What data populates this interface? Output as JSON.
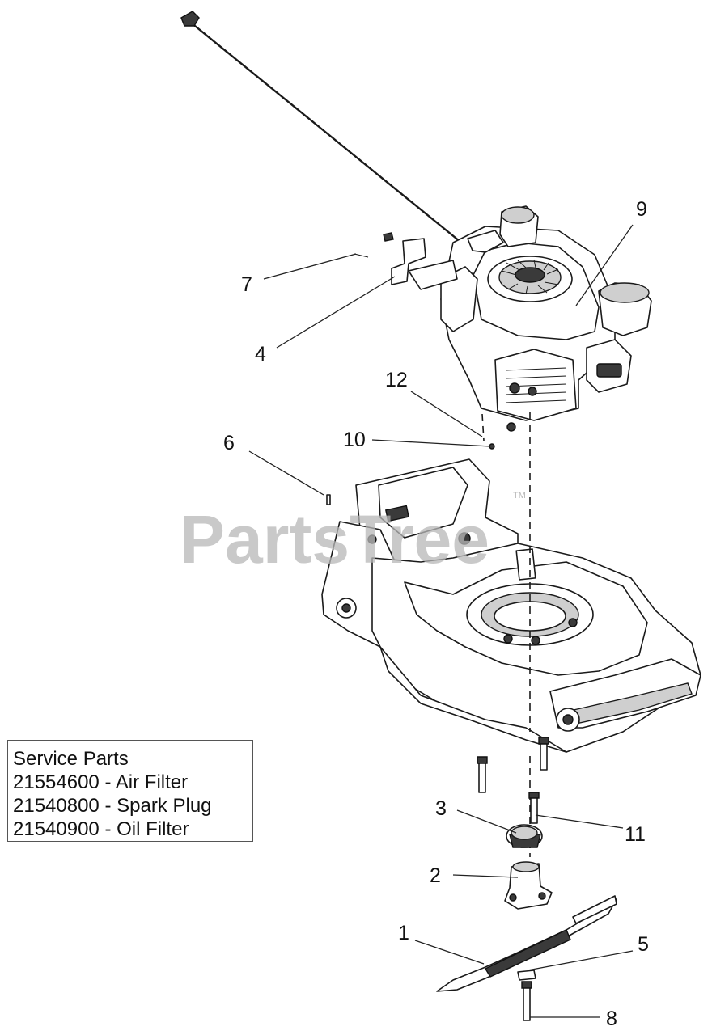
{
  "watermark": {
    "text": "PartsTree",
    "trademark": "TM"
  },
  "service_parts": {
    "title": "Service Parts",
    "items": [
      "21554600 - Air Filter",
      "21540800 - Spark Plug",
      "21540900 - Oil Filter"
    ]
  },
  "callouts": {
    "c1": "1",
    "c2": "2",
    "c3": "3",
    "c4": "4",
    "c5": "5",
    "c6": "6",
    "c7": "7",
    "c8": "8",
    "c9": "9",
    "c10": "10",
    "c11": "11",
    "c12": "12"
  }
}
